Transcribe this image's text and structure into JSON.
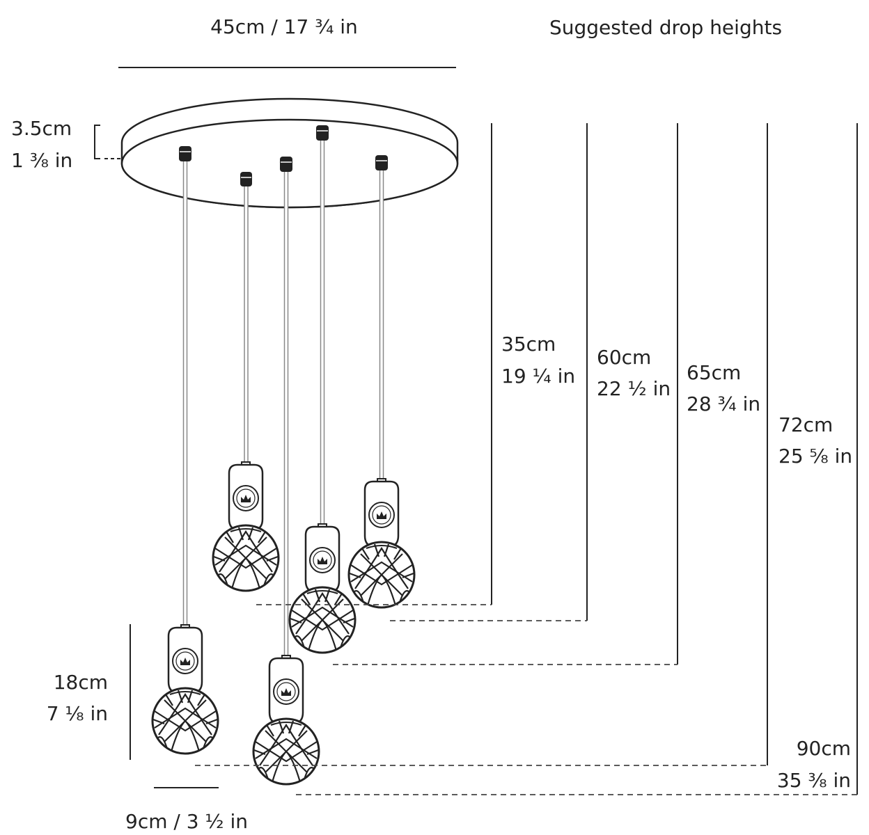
{
  "labels": {
    "top_width": "45cm / 17 ¾ in",
    "heading": "Suggested drop heights",
    "canopy_height_cm": "3.5cm",
    "canopy_height_in": "1 ⅜ in",
    "pendant_height_cm": "18cm",
    "pendant_height_in": "7 ⅛ in",
    "pendant_width": "9cm / 3 ½ in"
  },
  "drops": [
    {
      "cm": "35cm",
      "in": "19 ¼ in"
    },
    {
      "cm": "60cm",
      "in": "22 ½ in"
    },
    {
      "cm": "65cm",
      "in": "28 ¾ in"
    },
    {
      "cm": "72cm",
      "in": "25 ⅝ in"
    },
    {
      "cm": "90cm",
      "in": "35 ⅜ in"
    }
  ],
  "colors": {
    "line": "#222222",
    "cord": "#9a9a9a",
    "dash": "#444444"
  }
}
